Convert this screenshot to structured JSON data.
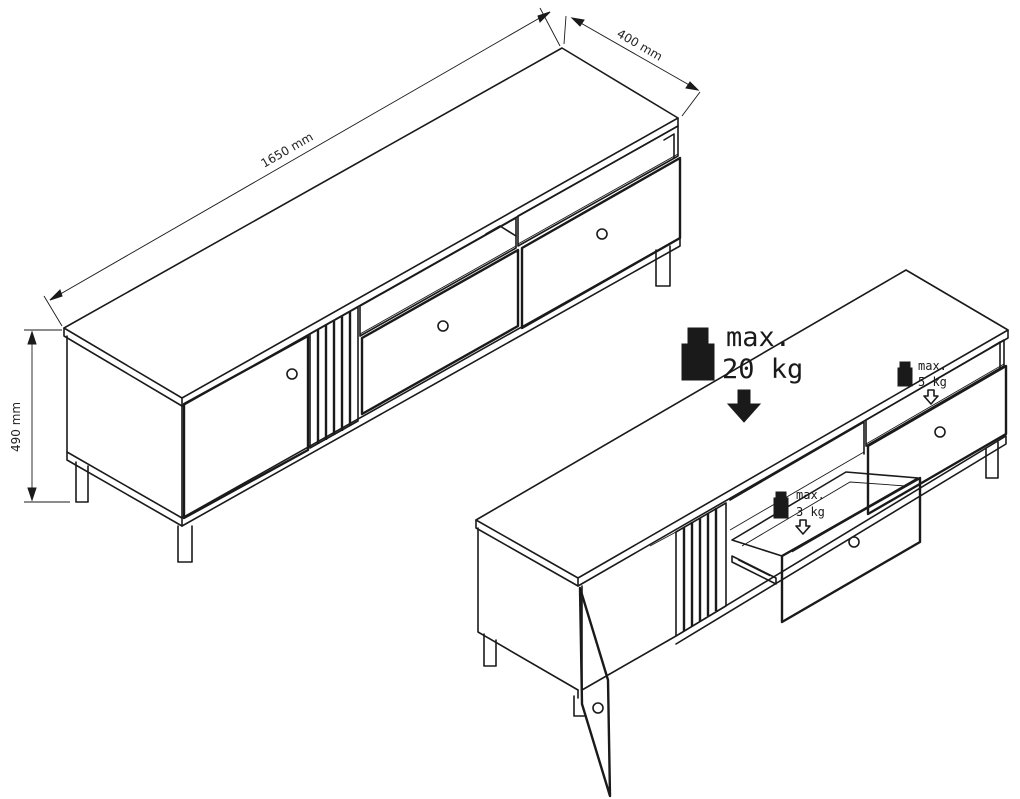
{
  "dimensions": {
    "width": "1650 mm",
    "depth": "400 mm",
    "height": "490 mm"
  },
  "load_limits": {
    "top": {
      "max": "max.",
      "weight": "20 kg"
    },
    "shelf": {
      "max": "max.",
      "weight": "5 kg"
    },
    "drawer": {
      "max": "max.",
      "weight": "3 kg"
    }
  },
  "colors": {
    "line": "#1a1a1a",
    "background": "#ffffff"
  }
}
